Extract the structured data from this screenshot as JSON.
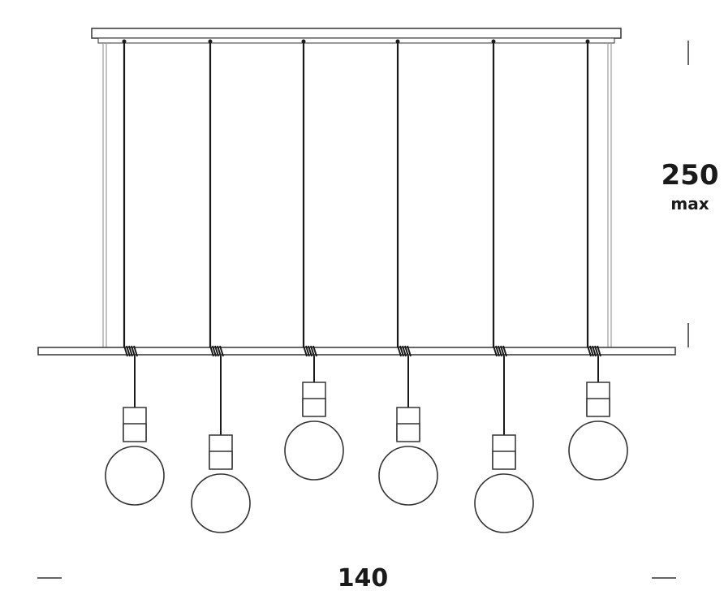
{
  "dimensions": {
    "height_value": "250",
    "height_unit": "max",
    "width_value": "140"
  },
  "fixture": {
    "pendant_count": 6,
    "line_color": "#1a1a1a",
    "stroke_color": "#333333"
  }
}
